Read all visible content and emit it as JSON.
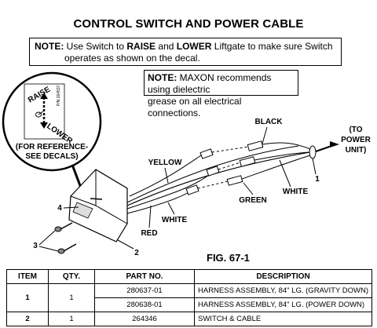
{
  "title": "CONTROL SWITCH AND POWER CABLE",
  "note1": {
    "label": "NOTE:",
    "text_a": " Use Switch to ",
    "raise": "RAISE",
    "text_b": " and ",
    "lower": "LOWER",
    "text_c": " Liftgate to make sure Switch",
    "line2": "operates as shown on the decal."
  },
  "note2": {
    "label": "NOTE:",
    "line1": " MAXON recommends using dielectric",
    "line2": "grease on all electrical connections."
  },
  "figure": {
    "raise": "RAISE",
    "lower": "LOWER",
    "pn": "P/N 264537",
    "ref1": "(FOR REFERENCE-",
    "ref2": "SEE DECALS)",
    "black": "BLACK",
    "yellow": "YELLOW",
    "white": "WHITE",
    "white2": "WHITE",
    "green": "GREEN",
    "red": "RED",
    "to1": "(TO",
    "to2": "POWER",
    "to3": "UNIT)",
    "c1": "1",
    "c2": "2",
    "c3": "3",
    "c4": "4",
    "caption": "FIG. 67-1"
  },
  "table": {
    "headers": [
      "ITEM",
      "QTY.",
      "PART NO.",
      "DESCRIPTION"
    ],
    "rows": [
      {
        "item": "1",
        "qty": "1",
        "part": "280637-01",
        "desc": "HARNESS ASSEMBLY, 84\" LG. (GRAVITY DOWN)"
      },
      {
        "item": "",
        "qty": "",
        "part": "280638-01",
        "desc": "HARNESS ASSEMBLY, 84\" LG. (POWER DOWN)"
      },
      {
        "item": "2",
        "qty": "1",
        "part": "264346",
        "desc": "SWITCH & CABLE"
      }
    ]
  }
}
